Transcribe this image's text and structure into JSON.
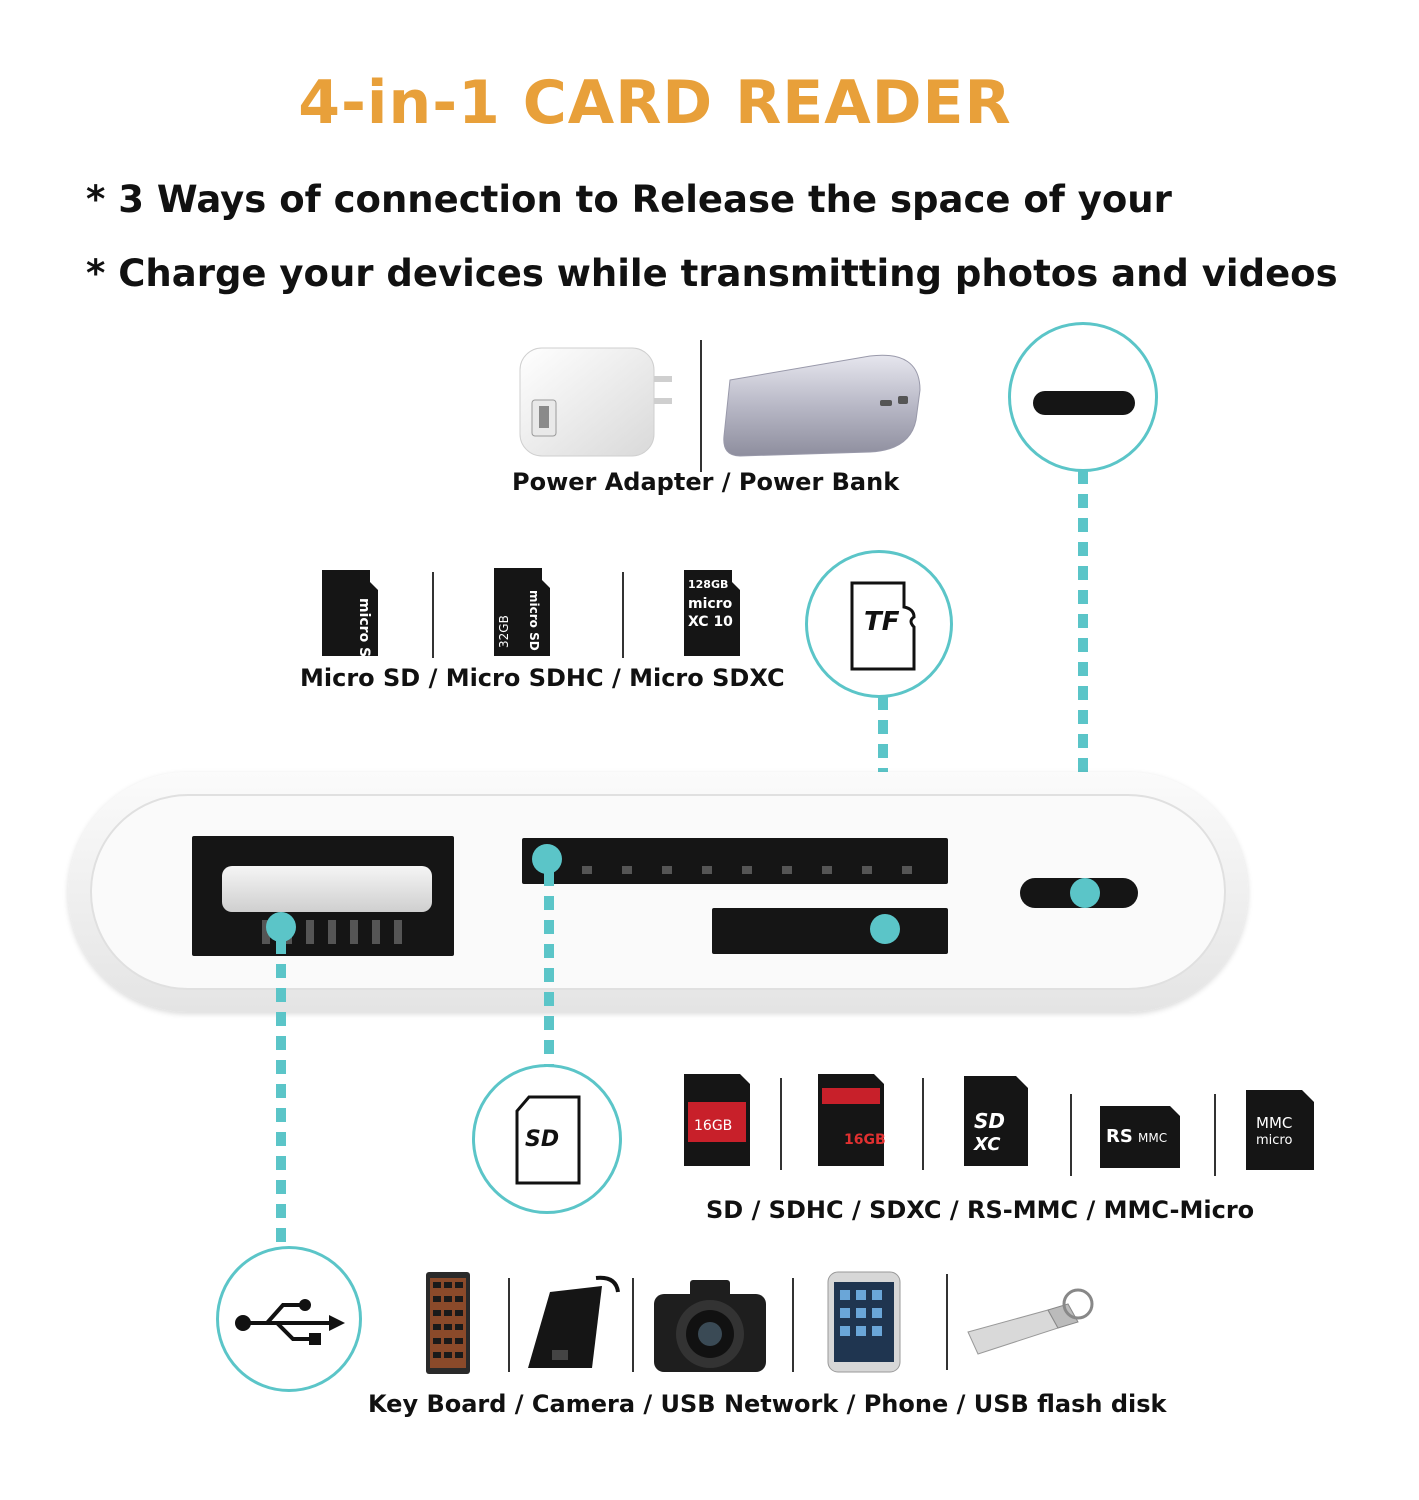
{
  "title": "4-in-1 CARD READER",
  "bullets": [
    "* 3 Ways of connection to Release the space of your",
    "* Charge your devices while transmitting photos and videos"
  ],
  "captions": {
    "power": "Power Adapter / Power Bank",
    "micro_sd": "Micro SD / Micro SDHC / Micro SDXC",
    "sd": "SD / SDHC / SDXC / RS-MMC / MMC-Micro",
    "usb_devices": "Key Board / Camera / USB Network / Phone /  USB flash disk"
  },
  "icons": {
    "tf_label": "TF",
    "sd_label": "SD",
    "microsd_1": "micro SD",
    "microsd_2": "32GB",
    "microsd_3": "128GB",
    "sd_card_1": "16GB",
    "sd_card_2": "16GB",
    "sd_card_3": "SD XC",
    "rs_mmc": "RS MMC",
    "mmc_micro": "MMC micro"
  },
  "colors": {
    "title": "#E8A03A",
    "accent": "#5BC5C8",
    "text": "#111111"
  }
}
